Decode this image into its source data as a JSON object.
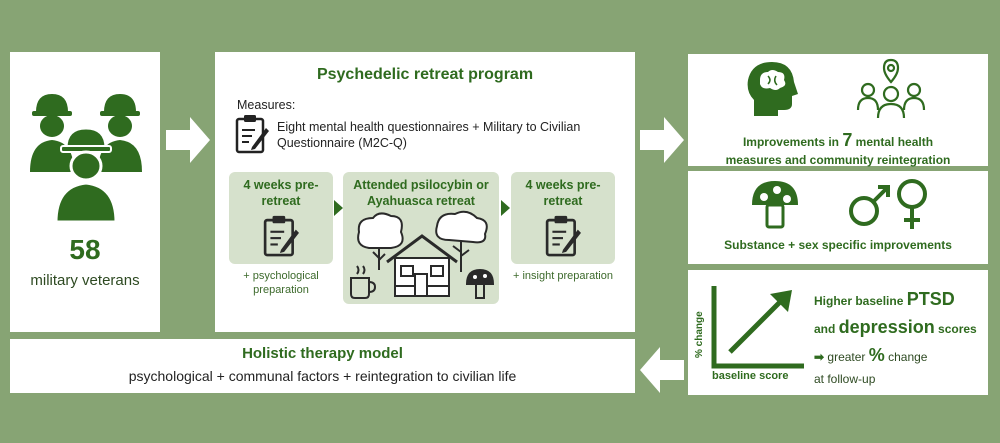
{
  "veterans": {
    "count": "58",
    "label": "military veterans"
  },
  "program": {
    "title": "Psychedelic retreat program",
    "measures_label": "Measures:",
    "measures_text": "Eight mental health questionnaires + Military to Civilian Questionnaire (M2C-Q)",
    "phases": [
      {
        "title": "4 weeks pre-retreat",
        "note": "+ psychological preparation"
      },
      {
        "title": "Attended psilocybin or Ayahuasca retreat"
      },
      {
        "title": "4 weeks pre-retreat",
        "note": "+ insight preparation"
      }
    ]
  },
  "holistic": {
    "title": "Holistic therapy model",
    "text": "psychological + communal factors + reintegration to civilian life"
  },
  "outcomes": {
    "line1_pre": "Improvements in ",
    "line1_num": "7",
    "line1_post": " mental health",
    "line2": "measures and community reintegration"
  },
  "substance": {
    "text": "Substance + sex specific improvements"
  },
  "baseline": {
    "ylabel": "% change",
    "xlabel": "baseline score",
    "line1_pre": "Higher baseline ",
    "line1_em": "PTSD",
    "line2_pre": "and ",
    "line2_em": "depression",
    "line2_post": " scores",
    "line3_pre": "greater ",
    "line3_em": "%",
    "line3_post": " change",
    "line4": "at follow-up"
  },
  "colors": {
    "background": "#87a474",
    "accent": "#2f6b1f",
    "panel": "#d6e1cc"
  }
}
